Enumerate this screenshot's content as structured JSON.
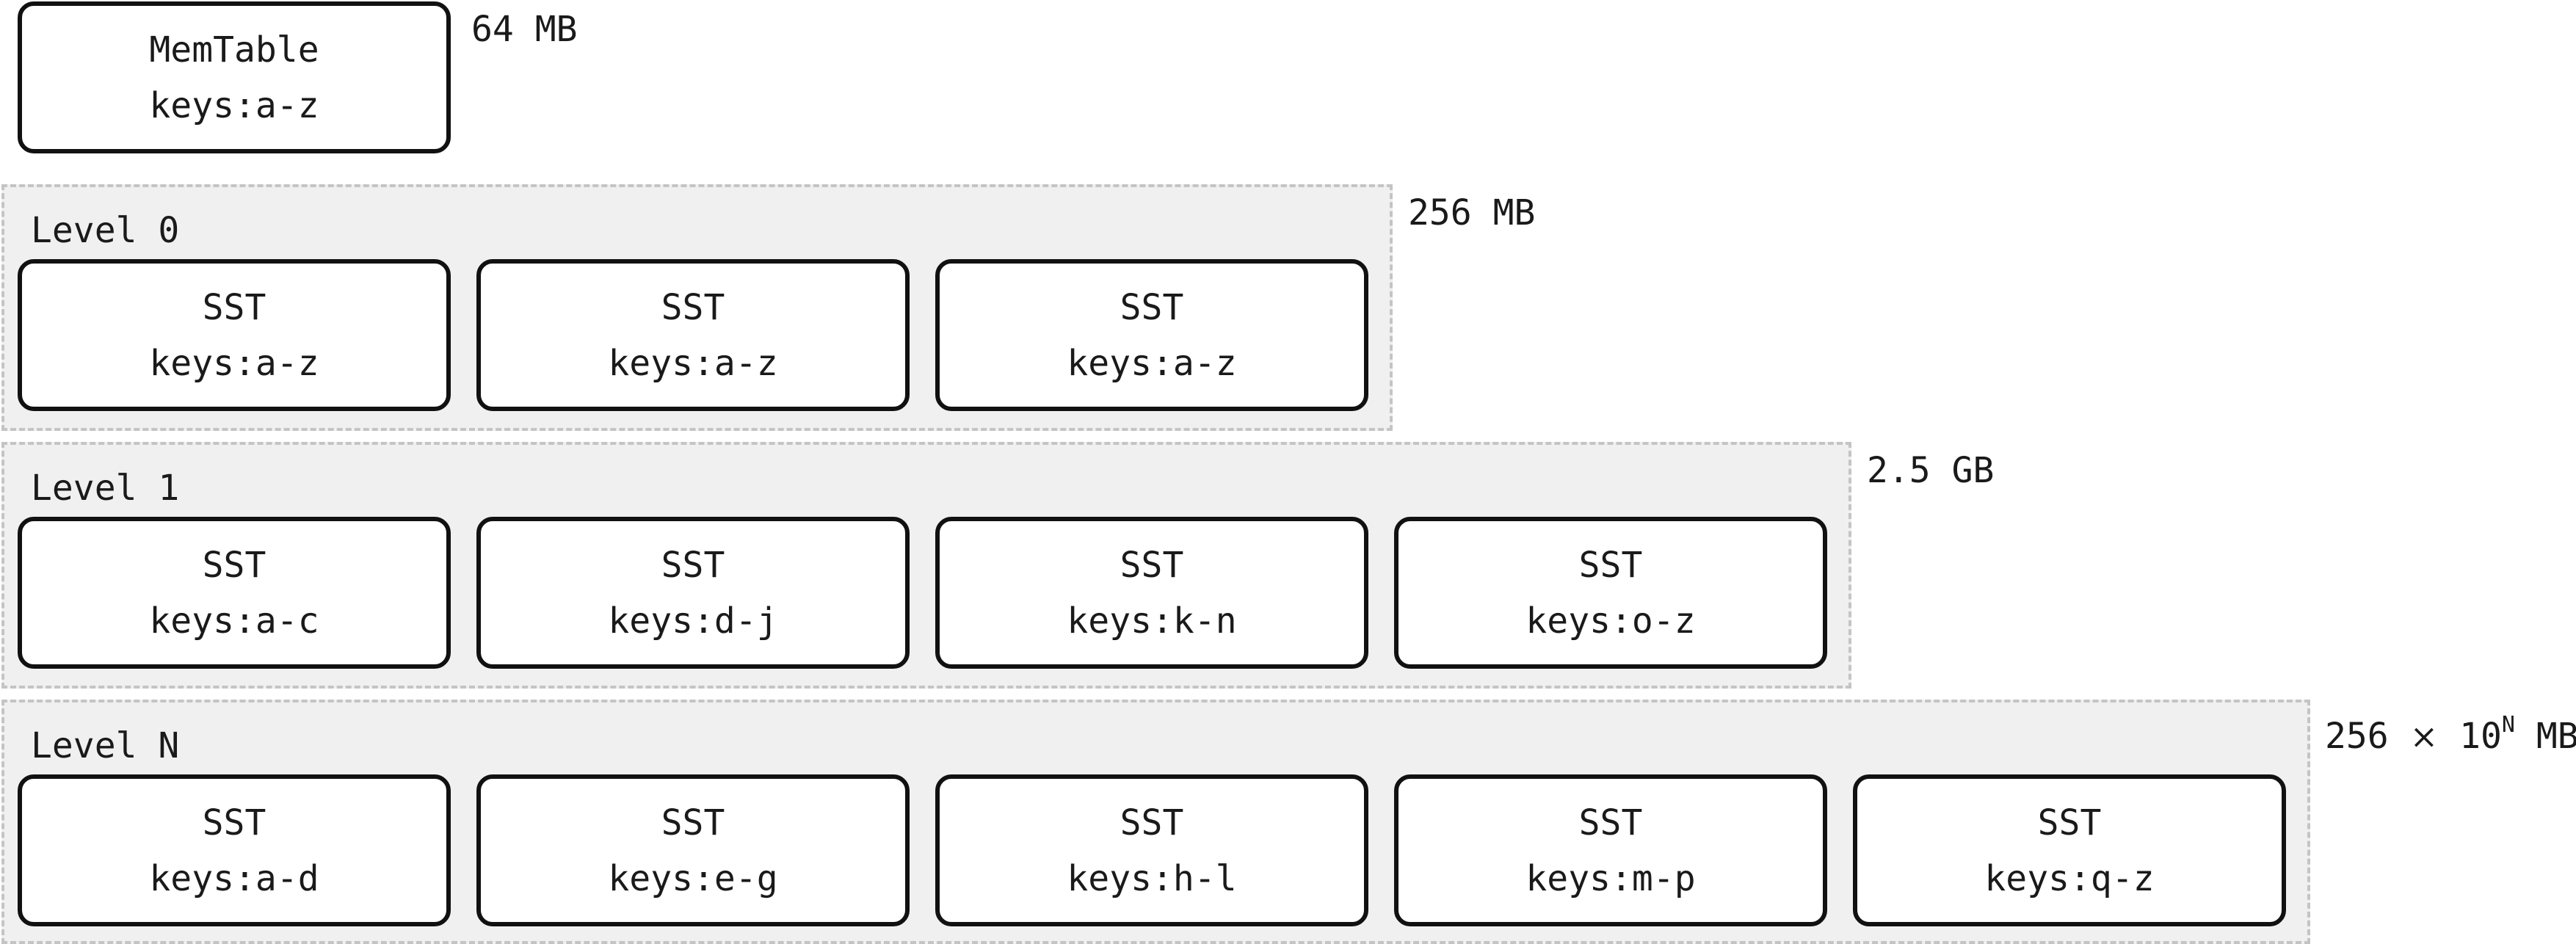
{
  "memtable": {
    "title": "MemTable",
    "keys": "keys:a-z",
    "size": "64 MB"
  },
  "levels": [
    {
      "label": "Level 0",
      "size": "256 MB",
      "ssts": [
        {
          "title": "SST",
          "keys": "keys:a-z"
        },
        {
          "title": "SST",
          "keys": "keys:a-z"
        },
        {
          "title": "SST",
          "keys": "keys:a-z"
        }
      ]
    },
    {
      "label": "Level 1",
      "size": "2.5 GB",
      "ssts": [
        {
          "title": "SST",
          "keys": "keys:a-c"
        },
        {
          "title": "SST",
          "keys": "keys:d-j"
        },
        {
          "title": "SST",
          "keys": "keys:k-n"
        },
        {
          "title": "SST",
          "keys": "keys:o-z"
        }
      ]
    },
    {
      "label": "Level N",
      "size_base": "256",
      "size_times": "×",
      "size_power_base": "10",
      "size_exponent": "N",
      "size_unit": "MB",
      "ssts": [
        {
          "title": "SST",
          "keys": "keys:a-d"
        },
        {
          "title": "SST",
          "keys": "keys:e-g"
        },
        {
          "title": "SST",
          "keys": "keys:h-l"
        },
        {
          "title": "SST",
          "keys": "keys:m-p"
        },
        {
          "title": "SST",
          "keys": "keys:q-z"
        }
      ]
    }
  ]
}
